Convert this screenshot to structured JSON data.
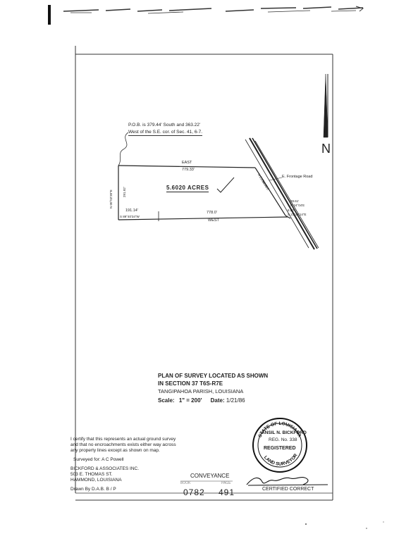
{
  "header_scrawl": "",
  "pob_note": {
    "line1": "P.O.B. is 379.44' South and 363.22'",
    "line2": "West of the S.E. cor. of Sec. 41, 6-7."
  },
  "parcel": {
    "north_label": "EAST",
    "north_distance": "779.33'",
    "area": "5.6020 ACRES",
    "west_bearing": "N 00°02'30\"E",
    "west_distance": "291.92'",
    "south_label": "WEST",
    "south_distance": "778.0'",
    "south_short_distance": "191.14'",
    "south_bearing": "S 89°40'34\"W",
    "east_bearing": "N 23°54'40\"E",
    "east_distance": "296.74'",
    "se_dim1": "28.61'",
    "se_bearing1": "N 24°04'E",
    "se_dim2": "8.50'",
    "se_bearing2": "S 23°41'14\"E",
    "road_label": "E. Frontage Road"
  },
  "north_arrow": "N",
  "plan": {
    "line1": "PLAN OF SURVEY LOCATED AS SHOWN",
    "line2": "IN SECTION    37      T6S-R7E",
    "line3": "TANGIPAHOA PARISH, LOUISIANA",
    "scale_label": "Scale:",
    "scale_value": "1\"  =  200'",
    "date_label": "Date:",
    "date_value": "1/21/86"
  },
  "certification": {
    "line1": "I certify that this represents an actual ground survey",
    "line2": "and that no encroachments exists either way across",
    "line3": "any property lines except as shown on map.",
    "surveyed_by": "Surveyed for:  A C  Powell"
  },
  "firm": {
    "name": "BICKFORD & ASSOCIATES INC.",
    "street": "503 E. THOMAS ST.",
    "city": "HAMMOND, LOUISIANA"
  },
  "drawn_by": "Drawn By  D.A.B.  B / P",
  "seal": {
    "top_text": "STATE OF LOUISIANA",
    "name": "ANSIL N. BICKFORD",
    "reg": "REG. No. 338",
    "status": "REGISTERED",
    "bottom_text": "LAND SURVEYOR"
  },
  "certified_correct": "CERTIFIED CORRECT",
  "stamp": {
    "conveyance": "CONVEYANCE",
    "book_label": "BOOK",
    "page_label": "PAGE",
    "book": "0782",
    "page": "491"
  }
}
